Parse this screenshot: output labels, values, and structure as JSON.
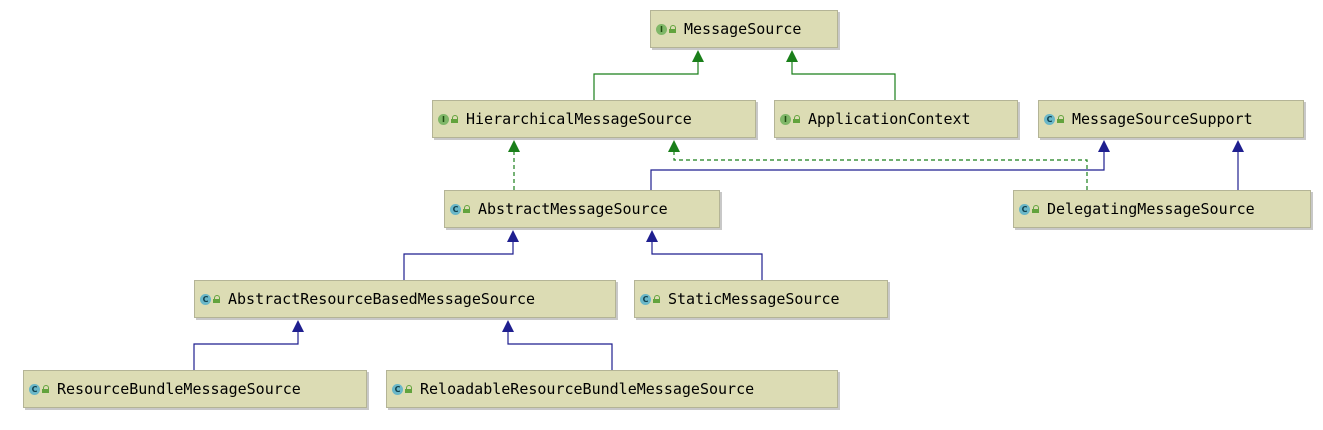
{
  "nodes": {
    "message_source": {
      "label": "MessageSource",
      "kind": "I",
      "kind_color": "#7fb768"
    },
    "hierarchical_message_source": {
      "label": "HierarchicalMessageSource",
      "kind": "I"
    },
    "application_context": {
      "label": "ApplicationContext",
      "kind": "I"
    },
    "message_source_support": {
      "label": "MessageSourceSupport",
      "kind": "C"
    },
    "abstract_message_source": {
      "label": "AbstractMessageSource",
      "kind": "C"
    },
    "delegating_message_source": {
      "label": "DelegatingMessageSource",
      "kind": "C"
    },
    "abstract_resource_based_message_source": {
      "label": "AbstractResourceBasedMessageSource",
      "kind": "C"
    },
    "static_message_source": {
      "label": "StaticMessageSource",
      "kind": "C"
    },
    "resource_bundle_message_source": {
      "label": "ResourceBundleMessageSource",
      "kind": "C"
    },
    "reloadable_resource_bundle_message_source": {
      "label": "ReloadableResourceBundleMessageSource",
      "kind": "C"
    }
  },
  "legend_colors": {
    "interface_extends": "#1a7f1a",
    "class_extends": "#1f1f8f",
    "implements": "#1a7f1a",
    "class_badge": "#6ab7c8",
    "lock": "#62a33d",
    "node_fill": "#dcdcb4"
  }
}
